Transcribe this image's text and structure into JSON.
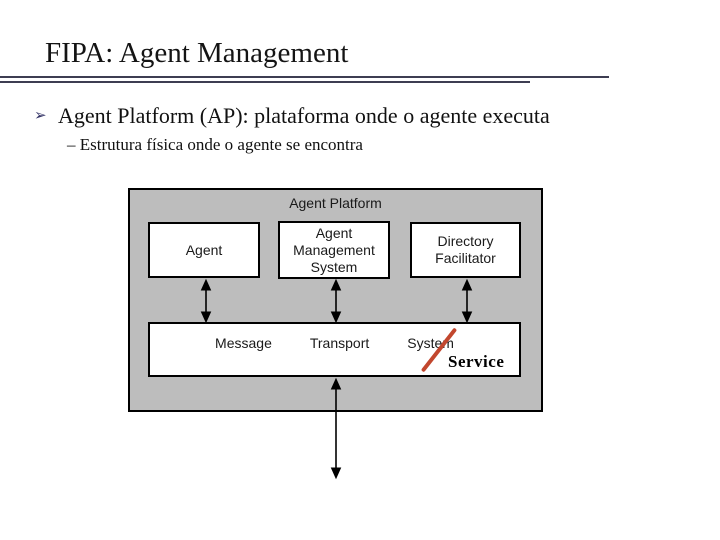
{
  "slide": {
    "title": "FIPA: Agent Management",
    "bullet": {
      "glyph": "➢",
      "text": "Agent Platform (AP): plataforma onde o agente executa"
    },
    "sub_bullet": "– Estrutura física onde o agente se encontra"
  },
  "diagram": {
    "platform_label": "Agent Platform",
    "component_boxes": [
      {
        "label": "Agent"
      },
      {
        "label": "Agent\nManagement\nSystem"
      },
      {
        "label": "Directory\nFacilitator"
      }
    ],
    "transport_bar": {
      "words": [
        "Message",
        "Transport",
        "System"
      ],
      "correction_label": "Service"
    }
  },
  "colors": {
    "title_rule": "#3d3d52",
    "bullet_arrow": "#333366",
    "platform_fill": "#bdbdbd",
    "strike_slash": "#c2472e"
  }
}
